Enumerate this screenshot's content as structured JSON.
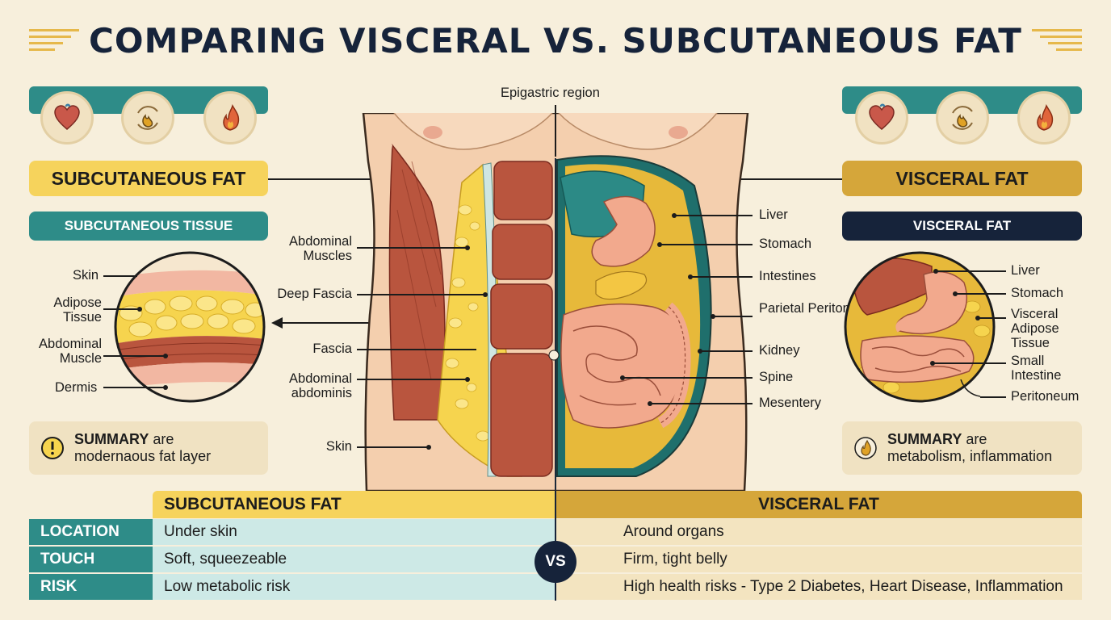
{
  "title": "COMPARING VISCERAL VS. SUBCUTANEOUS FAT",
  "icons": [
    "heart-icon",
    "metabolism-icon",
    "flame-icon"
  ],
  "left": {
    "fat_label": "SUBCUTANEOUS FAT",
    "tissue_label": "SUBCUTANEOUS TISSUE",
    "layers": [
      "Skin",
      "Adipose Tissue",
      "Abdominal Muscle",
      "Dermis"
    ],
    "summary_bold": "SUMMARY",
    "summary_rest": " are",
    "summary_line2": "modernaous fat layer"
  },
  "right": {
    "fat_label": "VISCERAL FAT",
    "tissue_label": "VISCERAL FAT",
    "organs": [
      "Liver",
      "Stomach",
      "Visceral Adipose Tissue",
      "Small Intestine",
      "Peritoneum"
    ],
    "summary_bold": "SUMMARY",
    "summary_rest": " are",
    "summary_line2": "metabolism, inflammation"
  },
  "center": {
    "top_label": "Epigastric region",
    "left_labels": [
      "Abdominal Muscles",
      "Deep Fascia",
      "Fascia",
      "Abdominal abdominis",
      "Skin"
    ],
    "right_labels": [
      "Liver",
      "Stomach",
      "Intestines",
      "Parietal Peritoneum",
      "Kidney",
      "Spine",
      "Mesentery"
    ]
  },
  "table": {
    "col_left": "SUBCUTANEOUS FAT",
    "col_right": "VISCERAL FAT",
    "vs": "VS",
    "rows": [
      {
        "label": "LOCATION",
        "left": "Under skin",
        "right": "Around organs"
      },
      {
        "label": "TOUCH",
        "left": "Soft, squeezeable",
        "right": "Firm, tight belly"
      },
      {
        "label": "RISK",
        "left": "Low metabolic risk",
        "right": "High health risks - Type 2 Diabetes, Heart Disease, Inflammation"
      }
    ]
  },
  "colors": {
    "teal": "#2e8c88",
    "yellow": "#f6d35c",
    "gold": "#d5a63a",
    "navy": "#16233a",
    "cream": "#f7efdc"
  }
}
